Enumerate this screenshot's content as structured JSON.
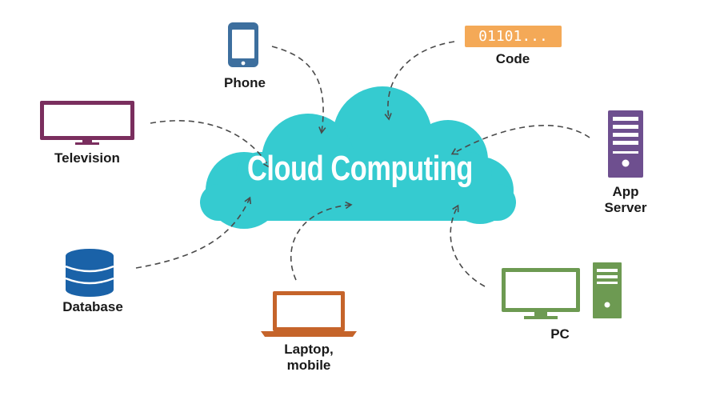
{
  "diagram": {
    "title": "Cloud Computing",
    "nodes": {
      "phone": {
        "label": "Phone"
      },
      "code": {
        "label": "Code",
        "badge": "01101..."
      },
      "television": {
        "label": "Television"
      },
      "app_server": {
        "label_line1": "App",
        "label_line2": "Server"
      },
      "database": {
        "label": "Database"
      },
      "laptop": {
        "label_line1": "Laptop,",
        "label_line2": "mobile"
      },
      "pc": {
        "label": "PC"
      }
    }
  },
  "colors": {
    "cloud": "#35cbd0",
    "phone": "#3d6f9e",
    "code": "#f4a957",
    "television": "#7a2e5e",
    "app_server": "#6e4f8f",
    "database": "#1a62a8",
    "laptop": "#c5642a",
    "pc": "#6d9a52",
    "arrows": "#4a4a4a"
  }
}
